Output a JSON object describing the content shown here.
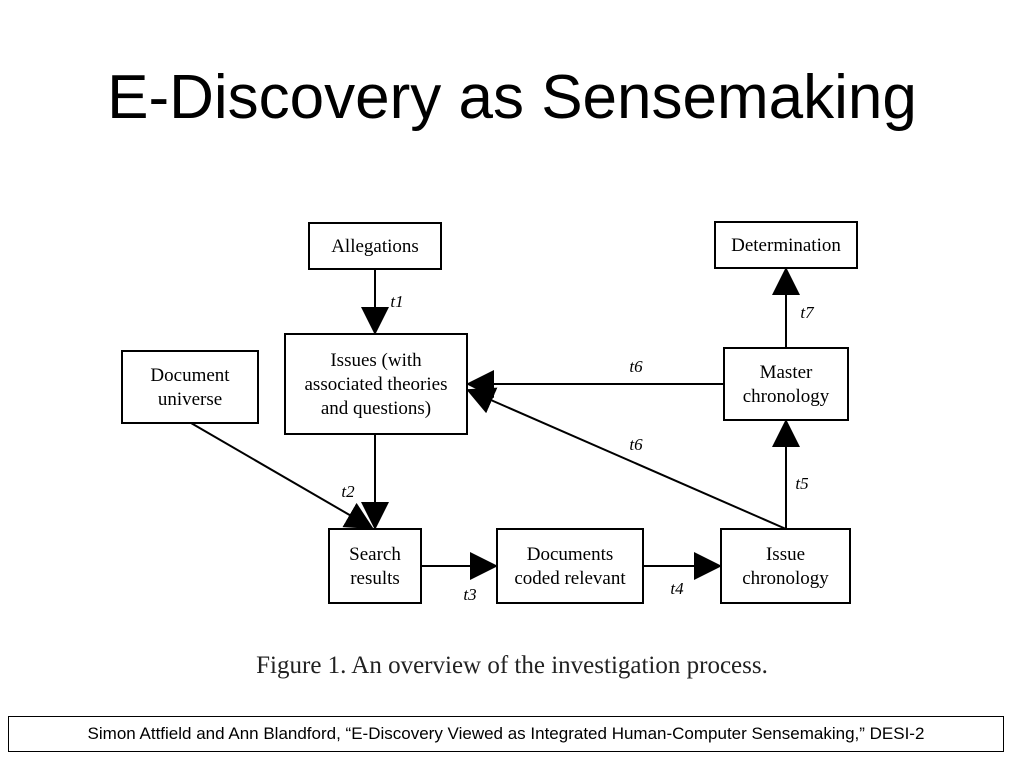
{
  "slide": {
    "title": "E-Discovery as Sensemaking",
    "caption": "Figure 1. An overview of the investigation process.",
    "citation": "Simon Attfield and Ann Blandford, “E-Discovery Viewed as Integrated Human-Computer Sensemaking,” DESI-2"
  },
  "diagram": {
    "nodes": [
      {
        "id": "allegations",
        "lines": [
          "Allegations"
        ]
      },
      {
        "id": "determination",
        "lines": [
          "Determination"
        ]
      },
      {
        "id": "issues",
        "lines": [
          "Issues (with",
          "associated theories",
          "and questions)"
        ]
      },
      {
        "id": "document-universe",
        "lines": [
          "Document",
          "universe"
        ]
      },
      {
        "id": "master-chronology",
        "lines": [
          "Master",
          "chronology"
        ]
      },
      {
        "id": "search-results",
        "lines": [
          "Search",
          "results"
        ]
      },
      {
        "id": "documents-coded-relevant",
        "lines": [
          "Documents",
          "coded relevant"
        ]
      },
      {
        "id": "issue-chronology",
        "lines": [
          "Issue",
          "chronology"
        ]
      }
    ],
    "edges": [
      {
        "from": "allegations",
        "to": "issues",
        "label": "t1"
      },
      {
        "from": "issues",
        "to": "search-results",
        "label": ""
      },
      {
        "from": "document-universe",
        "to": "search-results",
        "label": "t2"
      },
      {
        "from": "search-results",
        "to": "documents-coded-relevant",
        "label": "t3"
      },
      {
        "from": "documents-coded-relevant",
        "to": "issue-chronology",
        "label": "t4"
      },
      {
        "from": "issue-chronology",
        "to": "master-chronology",
        "label": "t5"
      },
      {
        "from": "master-chronology",
        "to": "issues",
        "label": "t6"
      },
      {
        "from": "issue-chronology",
        "to": "issues",
        "label": "t6"
      },
      {
        "from": "master-chronology",
        "to": "determination",
        "label": "t7"
      }
    ]
  }
}
